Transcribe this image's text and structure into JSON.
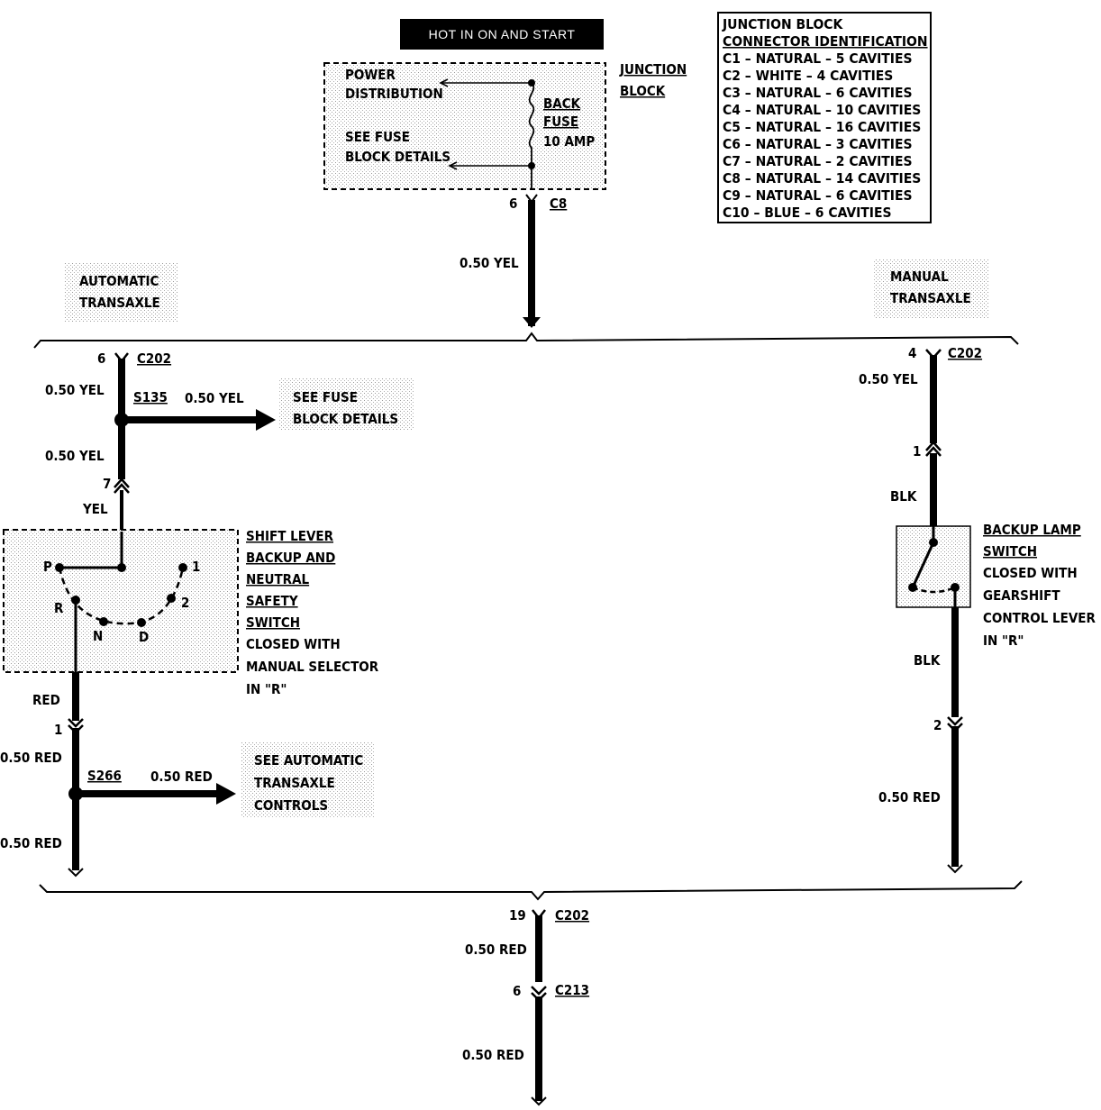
{
  "header": {
    "title": "HOT IN ON AND START"
  },
  "connector_table": {
    "title1": "JUNCTION BLOCK",
    "title2": "CONNECTOR IDENTIFICATION",
    "rows": [
      "C1 – NATURAL – 5 CAVITIES",
      "C2 – WHITE – 4 CAVITIES",
      "C3 – NATURAL – 6 CAVITIES",
      "C4 – NATURAL – 10 CAVITIES",
      "C5 – NATURAL – 16 CAVITIES",
      "C6 – NATURAL – 3 CAVITIES",
      "C7 – NATURAL – 2 CAVITIES",
      "C8 – NATURAL – 14 CAVITIES",
      "C9 – NATURAL – 6 CAVITIES",
      "C10 – BLUE – 6 CAVITIES"
    ]
  },
  "junction_block": {
    "label1": "JUNCTION",
    "label2": "BLOCK",
    "power1": "POWER",
    "power2": "DISTRIBUTION",
    "see1": "SEE FUSE",
    "see2": "BLOCK DETAILS",
    "fuse1": "BACK",
    "fuse2": "FUSE",
    "fuse3": "10 AMP",
    "pin": "6",
    "conn": "C8"
  },
  "wires": {
    "jb_out": "0.50 YEL",
    "auto_c202_pin": "6",
    "auto_c202": "C202",
    "auto_w1": "0.50 YEL",
    "s135": "S135",
    "s135_branch": "0.50 YEL",
    "auto_w2": "0.50 YEL",
    "auto_pin7": "7",
    "auto_yel": "YEL",
    "auto_red": "RED",
    "auto_pin1": "1",
    "auto_w3": "0.50 RED",
    "s266": "S266",
    "s266_branch": "0.50 RED",
    "auto_w4": "0.50 RED",
    "man_c202_pin": "4",
    "man_c202": "C202",
    "man_w1": "0.50 YEL",
    "man_pin1": "1",
    "man_blk1": "BLK",
    "man_blk2": "BLK",
    "man_pin2": "2",
    "man_w2": "0.50 RED",
    "out_pin19": "19",
    "out_c202": "C202",
    "out_w1": "0.50 RED",
    "out_pin6": "6",
    "out_c213": "C213",
    "out_w2": "0.50 RED"
  },
  "sections": {
    "auto1": "AUTOMATIC",
    "auto2": "TRANSAXLE",
    "man1": "MANUAL",
    "man2": "TRANSAXLE"
  },
  "refs": {
    "fuse1": "SEE FUSE",
    "fuse2": "BLOCK DETAILS",
    "atc1": "SEE AUTOMATIC",
    "atc2": "TRANSAXLE",
    "atc3": "CONTROLS"
  },
  "shift_switch": {
    "l1": "SHIFT LEVER",
    "l2": "BACKUP AND",
    "l3": "NEUTRAL",
    "l4": "SAFETY",
    "l5": "SWITCH",
    "l6": "CLOSED WITH",
    "l7": "MANUAL SELECTOR",
    "l8": "IN \"R\"",
    "pos_p": "P",
    "pos_r": "R",
    "pos_n": "N",
    "pos_d": "D",
    "pos_2": "2",
    "pos_1": "1"
  },
  "backup_switch": {
    "l1": "BACKUP LAMP",
    "l2": "SWITCH",
    "l3": "CLOSED WITH",
    "l4": "GEARSHIFT",
    "l5": "CONTROL LEVER",
    "l6": "IN \"R\""
  }
}
